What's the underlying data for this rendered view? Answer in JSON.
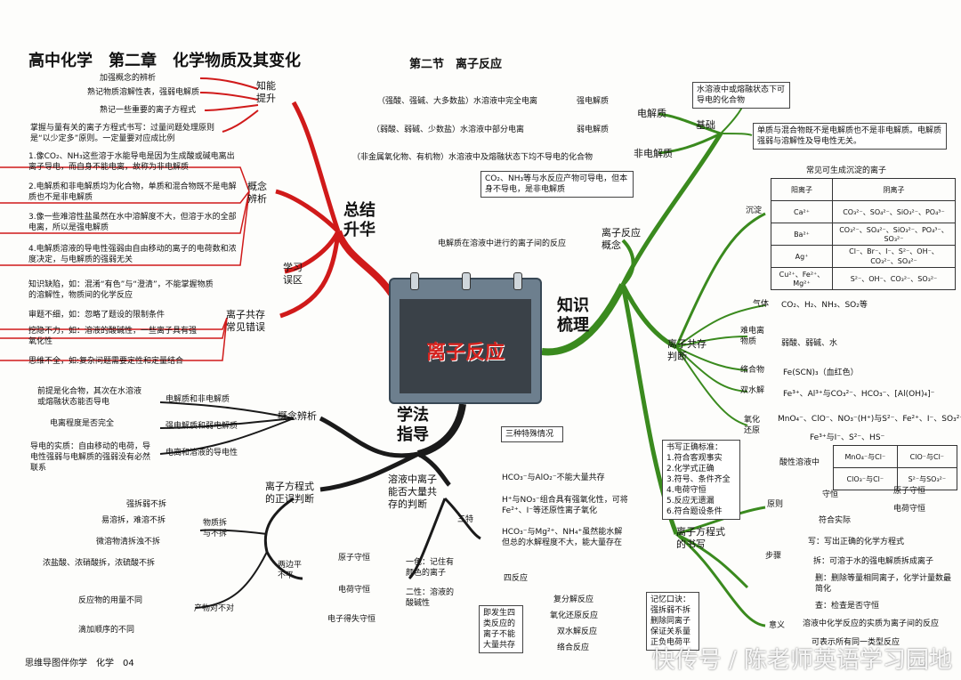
{
  "colors": {
    "red_branch": "#d01a1a",
    "green_branch": "#3a8a1e",
    "dark_branch": "#1a1a1a",
    "center_bg": "#6d7f8e",
    "center_label": "#d6231f"
  },
  "header": {
    "title": "高中化学　第二章　化学物质及其变化",
    "section": "第二节　离子反应"
  },
  "center": {
    "label": "离子反应"
  },
  "footer": {
    "text": "思维导图伴你学　化学　04"
  },
  "watermark": "快传号 / 陈老师英语学习园地",
  "summary": {
    "label": "总结\n升华",
    "abilities": {
      "label": "知能\n提升",
      "items": [
        "加强概念的辨析",
        "熟记物质溶解性表，强弱电解质",
        "熟记一些重要的离子方程式",
        "掌握与量有关的离子方程式书写：过量问题处理原则是“以少定多”原则。一定量要对应成比例"
      ]
    },
    "concepts": {
      "label": "概念\n辨析",
      "items": [
        "1.像CO₂、NH₃这些溶于水能导电是因为生成酸或碱电离出离子导电，而自身不能电离，故称为非电解质",
        "2.电解质和非电解质均为化合物，单质和混合物既不是电解质也不是非电解质",
        "3.像一些难溶性盐虽然在水中溶解度不大，但溶于水的全部电离，所以是强电解质",
        "4.电解质溶液的导电性强弱由自由移动的离子的电荷数和浓度决定，与电解质的强弱无关"
      ]
    },
    "mistakes": {
      "label": "学习\n误区",
      "items": [
        "知识缺陷，如：混淆“有色”与“澄清”，不能掌握物质的溶解性，物质间的化学反应"
      ]
    },
    "errors": {
      "label": "离子共存\n常见错误",
      "items": [
        "审题不细，如：忽略了题设的限制条件",
        "挖隐不力，如：溶液的酸碱性，一些离子具有强氧化性",
        "思维不全，如:复杂问题需要定性和定量结合"
      ]
    }
  },
  "method": {
    "label": "学法\n指导",
    "concept": {
      "label": "概念辨析",
      "items": [
        {
          "desc": "前提是化合物，其次在水溶液或熔融状态能否导电",
          "name": "电解质和非电解质"
        },
        {
          "desc": "电离程度是否完全",
          "name": "强电解质和弱电解质"
        },
        {
          "desc": "导电的实质：自由移动的电荷，导电性强弱与电解质的强弱没有必然联系",
          "name": "电离和溶液的导电性"
        }
      ]
    },
    "equation": {
      "label": "离子方程式\n的正误判断",
      "split": {
        "label": "物质拆\n与不拆",
        "items": [
          "强拆弱不拆",
          "易溶拆，难溶不拆",
          "微溶物清拆浊不拆",
          "浓盐酸、浓硝酸拆，浓硫酸不拆"
        ]
      },
      "balance": {
        "label": "两边平\n不平",
        "items": [
          "原子守恒",
          "电荷守恒",
          "电子得失守恒"
        ]
      },
      "amount": {
        "label": "产物对不对",
        "items": [
          "反应物的用量不同",
          "滴加顺序的不同"
        ]
      }
    },
    "coexist": {
      "label": "溶液中离子\n能否大量共\n存的判断",
      "special": {
        "label": "三特",
        "head": "三种特殊情况",
        "items": [
          "HCO₃⁻与AlO₂⁻不能大量共存",
          "H⁺与NO₃⁻组合具有强氧化性，可将Fe²⁺、I⁻等还原性离子氧化",
          "HCO₃⁻与Mg²⁺、NH₄⁺虽然能水解但总的水解程度不大，能大量存在"
        ]
      },
      "color": [
        "一色：记住有颜色的离子",
        "二性：溶液的酸碱性"
      ],
      "four": {
        "label": "四反应",
        "note": "即发生四类反应的离子不能大量共存",
        "items": [
          "复分解反应",
          "氧化还原反应",
          "双水解反应",
          "络合反应"
        ]
      }
    }
  },
  "knowledge": {
    "label": "知识\n梳理",
    "basic": {
      "label": "基础",
      "electrolyte": {
        "label": "电解质",
        "def": "水溶液中或熔融状态下可导电的化合物",
        "strong": {
          "label": "强电解质",
          "desc": "（强酸、强碱、大多数盐）水溶液中完全电离"
        },
        "weak": {
          "label": "弱电解质",
          "desc": "（弱酸、弱碱、少数盐）水溶液中部分电离"
        }
      },
      "nonelectrolyte": {
        "label": "非电解质",
        "desc": "（非金属氧化物、有机物）水溶液中及熔融状态下均不导电的化合物",
        "note": "CO₂、NH₃等与水反应产物可导电，但本身不导电，是非电解质"
      },
      "note": "单质与混合物既不是电解质也不是非电解质。电解质强弱与溶解性及导电性无关。"
    },
    "concept": {
      "label": "离子反应\n概念",
      "desc": "电解质在溶液中进行的离子间的反应"
    },
    "coexist": {
      "label": "离子共存\n判断",
      "precip": {
        "label": "沉淀",
        "table_title": "常见可生成沉淀的离子",
        "head": [
          "阳离子",
          "阴离子"
        ],
        "rows": [
          [
            "Ca²⁺",
            "CO₃²⁻、SO₄²⁻、SiO₃²⁻、PO₄³⁻"
          ],
          [
            "Ba²⁺",
            "CO₃²⁻、SO₄²⁻、SiO₃²⁻、PO₄³⁻、SO₃²⁻"
          ],
          [
            "Ag⁺",
            "Cl⁻、Br⁻、I⁻、S²⁻、OH⁻、CO₃²⁻、SO₄²⁻"
          ],
          [
            "Cu²⁺、Fe²⁺、Mg²⁺",
            "S²⁻、OH⁻、CO₃²⁻、SO₃²⁻"
          ]
        ]
      },
      "gas": {
        "label": "气体",
        "desc": "CO₂、H₂、NH₃、SO₂等"
      },
      "weak": {
        "label": "难电离\n物质",
        "desc": "弱酸、弱碱、水"
      },
      "complex": {
        "label": "络合物",
        "desc": "Fe(SCN)₃（血红色）"
      },
      "hydro": {
        "label": "双水解",
        "desc": "Fe³⁺、Al³⁺与CO₃²⁻、HCO₃⁻、[Al(OH)₄]⁻"
      },
      "redox": {
        "label": "氧化\n还原",
        "line1": "MnO₄⁻、ClO⁻、NO₃⁻(H⁺)与S²⁻、Fe²⁺、I⁻、SO₃²⁻",
        "line2": "Fe³⁺与I⁻、S²⁻、HS⁻",
        "acid_label": "酸性溶液中",
        "cells": [
          "MnO₄⁻与Cl⁻",
          "ClO⁻与Cl⁻",
          "ClO₃⁻与Cl⁻",
          "S²⁻与SO₃²⁻"
        ]
      }
    },
    "equation": {
      "label": "离子方程式\n的书写",
      "standard": "书写正确标准：\n1.符合客观事实\n2.化学式正确\n3.符号、条件齐全\n4.电荷守恒\n5.反应无遗漏\n6.符合题设条件",
      "principle": {
        "label": "原则",
        "conserve": "守恒",
        "items": [
          "原子守恒",
          "电荷守恒"
        ],
        "fact": "符合实际"
      },
      "steps": {
        "label": "步骤",
        "items": [
          "写：写出正确的化学方程式",
          "拆：可溶于水的强电解质拆成离子",
          "删：删除等量相同离子，化学计量数最简化",
          "查：检查是否守恒"
        ]
      },
      "mnemonic": "记忆口诀：\n强拆弱不拆\n删除同离子\n保证关系量\n正负电荷平",
      "meaning": {
        "label": "意义",
        "items": [
          "溶液中化学反应的实质为离子间的反应",
          "可表示所有同一类型反应"
        ]
      }
    }
  }
}
